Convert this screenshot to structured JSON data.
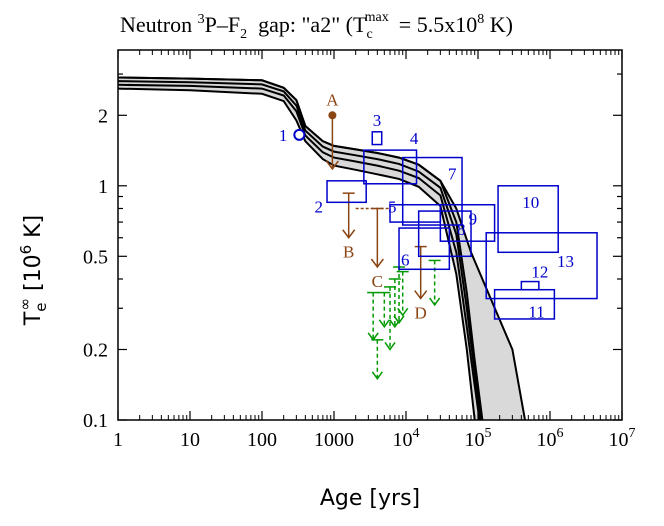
{
  "chart_data": {
    "type": "line",
    "title": {
      "prefix": "Neutron ",
      "gap_sup": "3",
      "gap_mid": "P–F",
      "gap_sub": "2",
      "middle": "  gap: \"a2\" (T",
      "tc_sub": "c",
      "tc_sup": "max",
      "value": "= 5.5x10",
      "value_sup": "8",
      "unit": " K)"
    },
    "xlabel": "Age [yrs]",
    "ylabel": {
      "main": "T",
      "sub": "e",
      "sup": "∞",
      "unit": " [10",
      "unit_sup": "6",
      "unit_end": " K]"
    },
    "x_scale": "log",
    "y_scale": "log",
    "xlim": [
      1,
      10000000
    ],
    "ylim": [
      0.1,
      3.8
    ],
    "x_ticks": [
      {
        "value": 1,
        "label": "1"
      },
      {
        "value": 10,
        "label": "10"
      },
      {
        "value": 100,
        "label": "100"
      },
      {
        "value": 1000,
        "label": "1000"
      },
      {
        "value": 10000,
        "base": "10",
        "exp": "4"
      },
      {
        "value": 100000,
        "base": "10",
        "exp": "5"
      },
      {
        "value": 1000000,
        "base": "10",
        "exp": "6"
      },
      {
        "value": 10000000,
        "base": "10",
        "exp": "7"
      }
    ],
    "y_ticks": [
      {
        "value": 0.1,
        "label": "0.1"
      },
      {
        "value": 0.2,
        "label": "0.2"
      },
      {
        "value": 0.5,
        "label": "0.5"
      },
      {
        "value": 1,
        "label": "1"
      },
      {
        "value": 2,
        "label": "2"
      }
    ],
    "colors": {
      "curves": "#000000",
      "band": "#d9d9d9",
      "sources": "#0000cc",
      "upper_limits": "#8b4513",
      "dashed_limits": "#009900"
    },
    "cooling_band": {
      "upper": [
        [
          1,
          2.9
        ],
        [
          10,
          2.87
        ],
        [
          100,
          2.82
        ],
        [
          200,
          2.62
        ],
        [
          300,
          2.32
        ],
        [
          400,
          1.8
        ],
        [
          700,
          1.55
        ],
        [
          1000,
          1.48
        ],
        [
          2000,
          1.43
        ],
        [
          4000,
          1.38
        ],
        [
          8000,
          1.32
        ],
        [
          15000,
          1.23
        ],
        [
          30000,
          1.05
        ],
        [
          50000,
          0.8
        ],
        [
          80000,
          0.52
        ],
        [
          150000,
          0.33
        ],
        [
          300000,
          0.2
        ],
        [
          450000,
          0.1
        ]
      ],
      "lower": [
        [
          1,
          2.6
        ],
        [
          10,
          2.56
        ],
        [
          100,
          2.47
        ],
        [
          200,
          2.3
        ],
        [
          300,
          1.9
        ],
        [
          400,
          1.55
        ],
        [
          700,
          1.3
        ],
        [
          1000,
          1.22
        ],
        [
          2000,
          1.17
        ],
        [
          4000,
          1.12
        ],
        [
          8000,
          1.07
        ],
        [
          15000,
          0.99
        ],
        [
          30000,
          0.82
        ],
        [
          50000,
          0.42
        ],
        [
          70000,
          0.2
        ],
        [
          90000,
          0.1
        ]
      ]
    },
    "curves": [
      {
        "points": [
          [
            1,
            2.9
          ],
          [
            10,
            2.87
          ],
          [
            100,
            2.82
          ],
          [
            200,
            2.62
          ],
          [
            300,
            2.32
          ],
          [
            400,
            1.8
          ],
          [
            700,
            1.55
          ],
          [
            1000,
            1.48
          ],
          [
            2000,
            1.43
          ],
          [
            4000,
            1.38
          ],
          [
            8000,
            1.32
          ],
          [
            15000,
            1.23
          ],
          [
            30000,
            1.05
          ],
          [
            50000,
            0.7
          ],
          [
            70000,
            0.35
          ],
          [
            90000,
            0.18
          ],
          [
            115000,
            0.1
          ]
        ]
      },
      {
        "points": [
          [
            1,
            2.8
          ],
          [
            10,
            2.77
          ],
          [
            100,
            2.71
          ],
          [
            200,
            2.53
          ],
          [
            300,
            2.2
          ],
          [
            400,
            1.72
          ],
          [
            700,
            1.47
          ],
          [
            1000,
            1.4
          ],
          [
            2000,
            1.35
          ],
          [
            4000,
            1.3
          ],
          [
            8000,
            1.24
          ],
          [
            15000,
            1.15
          ],
          [
            30000,
            0.98
          ],
          [
            50000,
            0.62
          ],
          [
            70000,
            0.3
          ],
          [
            90000,
            0.16
          ],
          [
            110000,
            0.1
          ]
        ]
      },
      {
        "points": [
          [
            1,
            2.7
          ],
          [
            10,
            2.67
          ],
          [
            100,
            2.6
          ],
          [
            200,
            2.43
          ],
          [
            300,
            2.08
          ],
          [
            400,
            1.64
          ],
          [
            700,
            1.39
          ],
          [
            1000,
            1.32
          ],
          [
            2000,
            1.27
          ],
          [
            4000,
            1.22
          ],
          [
            8000,
            1.16
          ],
          [
            15000,
            1.08
          ],
          [
            30000,
            0.91
          ],
          [
            50000,
            0.52
          ],
          [
            70000,
            0.25
          ],
          [
            90000,
            0.14
          ],
          [
            105000,
            0.1
          ]
        ]
      },
      {
        "points": [
          [
            1,
            2.6
          ],
          [
            10,
            2.56
          ],
          [
            100,
            2.47
          ],
          [
            200,
            2.3
          ],
          [
            300,
            1.9
          ],
          [
            400,
            1.55
          ],
          [
            700,
            1.3
          ],
          [
            1000,
            1.22
          ],
          [
            2000,
            1.17
          ],
          [
            4000,
            1.12
          ],
          [
            8000,
            1.07
          ],
          [
            15000,
            0.99
          ],
          [
            30000,
            0.82
          ],
          [
            50000,
            0.42
          ],
          [
            70000,
            0.2
          ],
          [
            90000,
            0.1
          ]
        ]
      },
      {
        "points": [
          [
            1,
            2.9
          ],
          [
            10,
            2.87
          ],
          [
            100,
            2.82
          ],
          [
            200,
            2.62
          ],
          [
            300,
            2.32
          ],
          [
            400,
            1.8
          ],
          [
            700,
            1.55
          ],
          [
            1000,
            1.48
          ],
          [
            2000,
            1.43
          ],
          [
            4000,
            1.38
          ],
          [
            8000,
            1.32
          ],
          [
            15000,
            1.23
          ],
          [
            30000,
            1.05
          ],
          [
            50000,
            0.8
          ],
          [
            80000,
            0.52
          ],
          [
            150000,
            0.33
          ],
          [
            300000,
            0.2
          ],
          [
            450000,
            0.1
          ]
        ]
      }
    ],
    "sources": [
      {
        "label": "1",
        "kind": "point",
        "x": 330,
        "y": 1.65
      },
      {
        "label": "2",
        "kind": "box",
        "xmin": 800,
        "xmax": 2800,
        "ymin": 0.85,
        "ymax": 1.05
      },
      {
        "label": "3",
        "kind": "box",
        "xmin": 3400,
        "xmax": 4600,
        "ymin": 1.5,
        "ymax": 1.7
      },
      {
        "label": "4",
        "kind": "box",
        "xmin": 2600,
        "xmax": 14000,
        "ymin": 1.02,
        "ymax": 1.42
      },
      {
        "label": "5",
        "kind": "box",
        "xmin": 6000,
        "xmax": 30000,
        "ymin": 0.7,
        "ymax": 0.83
      },
      {
        "label": "6",
        "kind": "box",
        "xmin": 8000,
        "xmax": 40000,
        "ymin": 0.44,
        "ymax": 0.66
      },
      {
        "label": "7",
        "kind": "box",
        "xmin": 9000,
        "xmax": 60000,
        "ymin": 0.68,
        "ymax": 1.32
      },
      {
        "label": "8",
        "kind": "box",
        "xmin": 15000,
        "xmax": 80000,
        "ymin": 0.5,
        "ymax": 0.78
      },
      {
        "label": "9",
        "kind": "box",
        "xmin": 30000,
        "xmax": 170000,
        "ymin": 0.58,
        "ymax": 0.83
      },
      {
        "label": "10",
        "kind": "box",
        "xmin": 190000,
        "xmax": 1300000,
        "ymin": 0.52,
        "ymax": 1.0
      },
      {
        "label": "11",
        "kind": "box",
        "xmin": 170000,
        "xmax": 1150000,
        "ymin": 0.27,
        "ymax": 0.36
      },
      {
        "label": "12",
        "kind": "box",
        "xmin": 400000,
        "xmax": 700000,
        "ymin": 0.36,
        "ymax": 0.39
      },
      {
        "label": "13",
        "kind": "box",
        "xmin": 130000,
        "xmax": 4500000,
        "ymin": 0.33,
        "ymax": 0.63
      }
    ],
    "upper_limits": [
      {
        "label": "A",
        "x": 950,
        "ytop": 2.0,
        "ybottom": 1.18,
        "cap": "dot"
      },
      {
        "label": "B",
        "x": 1600,
        "ytop": 0.93,
        "ybottom": 0.6,
        "cap": "bar"
      },
      {
        "label": "C",
        "x": 4000,
        "ytop": 0.8,
        "ybottom": 0.45,
        "cap": "bar",
        "dotted_to": 2000
      },
      {
        "label": "D",
        "x": 16000,
        "ytop": 0.55,
        "ybottom": 0.33,
        "cap": "bar"
      }
    ],
    "dashed_limits": [
      {
        "x": 3500,
        "ytop": 0.35,
        "ybottom": 0.22
      },
      {
        "x": 4000,
        "ytop": 0.22,
        "ybottom": 0.15
      },
      {
        "x": 5000,
        "ytop": 0.35,
        "ybottom": 0.25
      },
      {
        "x": 6000,
        "ytop": 0.37,
        "ybottom": 0.2
      },
      {
        "x": 7000,
        "ytop": 0.4,
        "ybottom": 0.25
      },
      {
        "x": 8000,
        "ytop": 0.45,
        "ybottom": 0.26
      },
      {
        "x": 9000,
        "ytop": 0.43,
        "ybottom": 0.28
      },
      {
        "x": 25000,
        "ytop": 0.48,
        "ybottom": 0.31
      }
    ]
  }
}
